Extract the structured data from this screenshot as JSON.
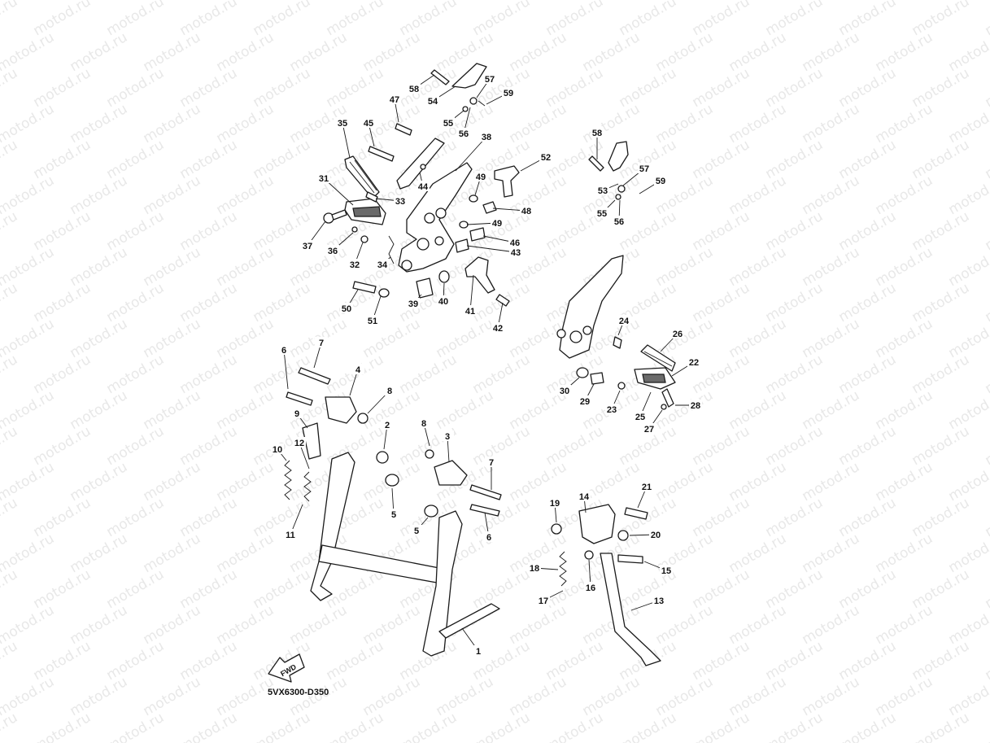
{
  "watermark": {
    "text": "motod.ru"
  },
  "diagram": {
    "code": "5VX6300-D350",
    "fwd_label": "FWD"
  },
  "callouts": [
    {
      "id": "1",
      "label": "1"
    },
    {
      "id": "2",
      "label": "2"
    },
    {
      "id": "3",
      "label": "3"
    },
    {
      "id": "4",
      "label": "4"
    },
    {
      "id": "5a",
      "label": "5"
    },
    {
      "id": "5b",
      "label": "5"
    },
    {
      "id": "6a",
      "label": "6"
    },
    {
      "id": "6b",
      "label": "6"
    },
    {
      "id": "7a",
      "label": "7"
    },
    {
      "id": "7b",
      "label": "7"
    },
    {
      "id": "8a",
      "label": "8"
    },
    {
      "id": "8b",
      "label": "8"
    },
    {
      "id": "9",
      "label": "9"
    },
    {
      "id": "10",
      "label": "10"
    },
    {
      "id": "11",
      "label": "11"
    },
    {
      "id": "12",
      "label": "12"
    },
    {
      "id": "13",
      "label": "13"
    },
    {
      "id": "14",
      "label": "14"
    },
    {
      "id": "15",
      "label": "15"
    },
    {
      "id": "16",
      "label": "16"
    },
    {
      "id": "17",
      "label": "17"
    },
    {
      "id": "18",
      "label": "18"
    },
    {
      "id": "19",
      "label": "19"
    },
    {
      "id": "20",
      "label": "20"
    },
    {
      "id": "21",
      "label": "21"
    },
    {
      "id": "22",
      "label": "22"
    },
    {
      "id": "23",
      "label": "23"
    },
    {
      "id": "24",
      "label": "24"
    },
    {
      "id": "25",
      "label": "25"
    },
    {
      "id": "26",
      "label": "26"
    },
    {
      "id": "27",
      "label": "27"
    },
    {
      "id": "28",
      "label": "28"
    },
    {
      "id": "29",
      "label": "29"
    },
    {
      "id": "30",
      "label": "30"
    },
    {
      "id": "31",
      "label": "31"
    },
    {
      "id": "32",
      "label": "32"
    },
    {
      "id": "33",
      "label": "33"
    },
    {
      "id": "34",
      "label": "34"
    },
    {
      "id": "35",
      "label": "35"
    },
    {
      "id": "36",
      "label": "36"
    },
    {
      "id": "37",
      "label": "37"
    },
    {
      "id": "38",
      "label": "38"
    },
    {
      "id": "39",
      "label": "39"
    },
    {
      "id": "40",
      "label": "40"
    },
    {
      "id": "41",
      "label": "41"
    },
    {
      "id": "42",
      "label": "42"
    },
    {
      "id": "43",
      "label": "43"
    },
    {
      "id": "44",
      "label": "44"
    },
    {
      "id": "45",
      "label": "45"
    },
    {
      "id": "46",
      "label": "46"
    },
    {
      "id": "47",
      "label": "47"
    },
    {
      "id": "48",
      "label": "48"
    },
    {
      "id": "49a",
      "label": "49"
    },
    {
      "id": "49b",
      "label": "49"
    },
    {
      "id": "50",
      "label": "50"
    },
    {
      "id": "51",
      "label": "51"
    },
    {
      "id": "52",
      "label": "52"
    },
    {
      "id": "53",
      "label": "53"
    },
    {
      "id": "54",
      "label": "54"
    },
    {
      "id": "55a",
      "label": "55"
    },
    {
      "id": "55b",
      "label": "55"
    },
    {
      "id": "56a",
      "label": "56"
    },
    {
      "id": "56b",
      "label": "56"
    },
    {
      "id": "57a",
      "label": "57"
    },
    {
      "id": "57b",
      "label": "57"
    },
    {
      "id": "58a",
      "label": "58"
    },
    {
      "id": "58b",
      "label": "58"
    },
    {
      "id": "59a",
      "label": "59"
    },
    {
      "id": "59b",
      "label": "59"
    }
  ]
}
